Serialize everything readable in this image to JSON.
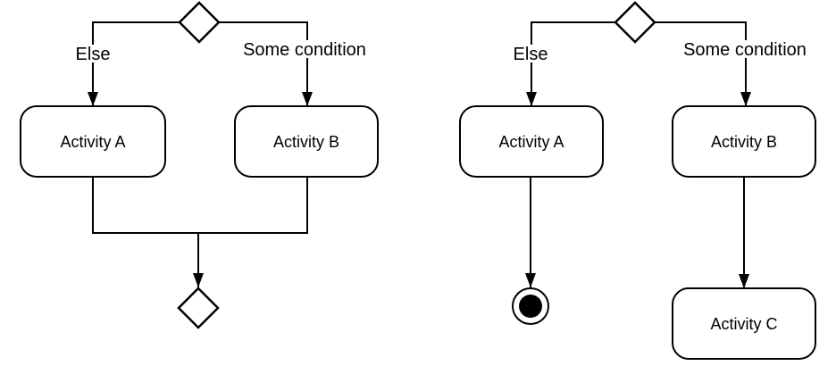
{
  "colors": {
    "stroke": "#000000",
    "node_fill": "#ffffff",
    "background": "#ffffff",
    "final_node": "#000000"
  },
  "diagrams": {
    "left": {
      "branch_labels": {
        "else": "Else",
        "condition": "Some condition"
      },
      "nodes": {
        "activity_a": "Activity A",
        "activity_b": "Activity B"
      }
    },
    "right": {
      "branch_labels": {
        "else": "Else",
        "condition": "Some condition"
      },
      "nodes": {
        "activity_a": "Activity A",
        "activity_b": "Activity B",
        "activity_c": "Activity C"
      }
    }
  }
}
